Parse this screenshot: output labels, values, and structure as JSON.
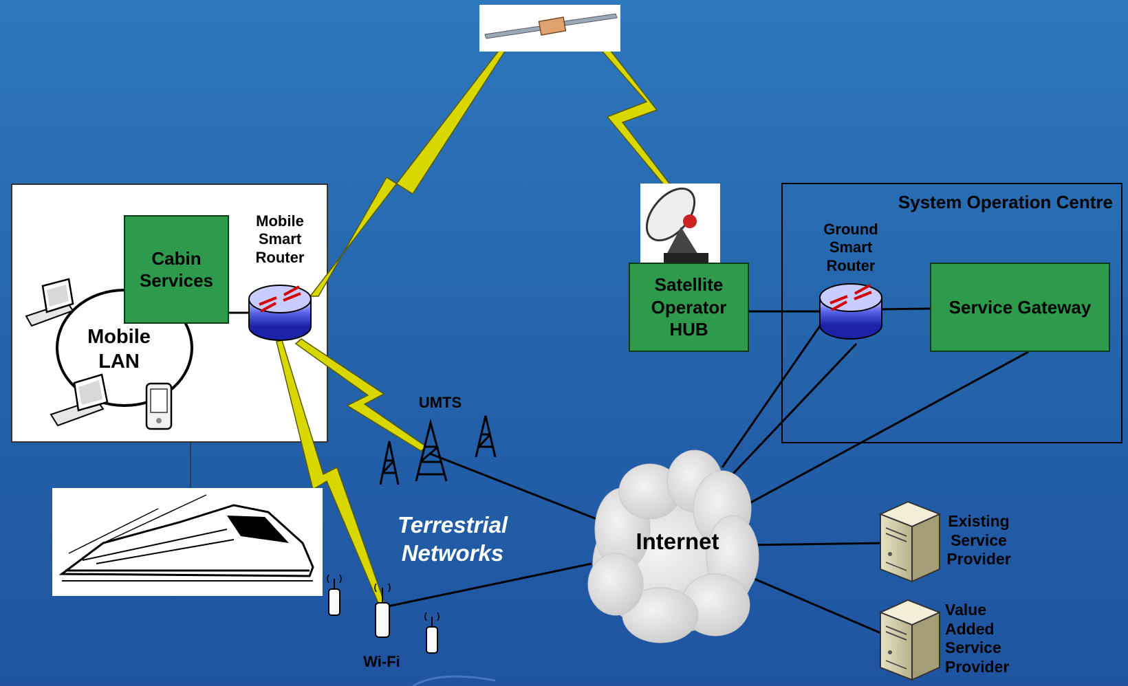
{
  "mobile_lan": {
    "label": "Mobile LAN",
    "cabin_services": "Cabin Services",
    "router": "Mobile Smart Router"
  },
  "ground": {
    "soc_title": "System Operation Centre",
    "router": "Ground Smart Router",
    "service_gateway": "Service Gateway",
    "satellite_hub": "Satellite Operator HUB"
  },
  "terrestrial": {
    "umts": "UMTS",
    "networks": "Terrestrial Networks",
    "wifi": "Wi-Fi"
  },
  "internet": "Internet",
  "providers": {
    "existing": "Existing Service Provider",
    "value_added": "Value Added Service Provider"
  },
  "colors": {
    "background_top": "#2e78bd",
    "background_bottom": "#1f53a0",
    "green_box": "#2e9b4c",
    "lightning": "#d8d800",
    "router_blue": "#3a46d0"
  }
}
